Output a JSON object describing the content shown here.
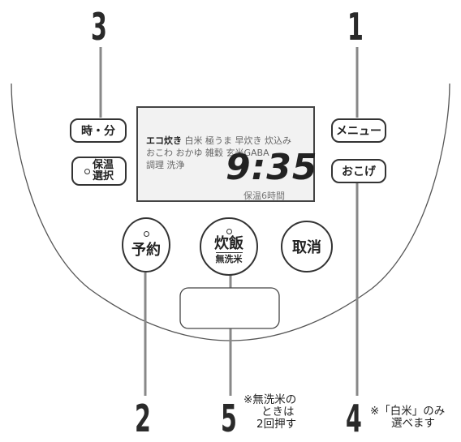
{
  "step_numbers": {
    "s1": "1",
    "s2": "2",
    "s3": "3",
    "s4": "4",
    "s5": "5"
  },
  "buttons": {
    "time_minute": "時・分",
    "keep_warm_line1": "保温",
    "keep_warm_line2": "選択",
    "menu": "メニュー",
    "okoge": "おこげ",
    "reserve": "予約",
    "cook_main": "炊飯",
    "cook_sub": "無洗米",
    "cancel": "取消"
  },
  "display": {
    "line1_active": "エコ炊き",
    "line1_rest": "白米 極うま 早炊き 炊込み",
    "line2": "おこわ おかゆ 雑穀 玄米GABA",
    "line3": "調理 洗浄",
    "time": "9:35",
    "keep_warm_time": "保温6時間"
  },
  "notes": {
    "musenmai_line1": "※無洗米の",
    "musenmai_line2": "ときは",
    "musenmai_line3": "2回押す",
    "hakumai_line1": "※「白米」のみ",
    "hakumai_line2": "選べます"
  }
}
